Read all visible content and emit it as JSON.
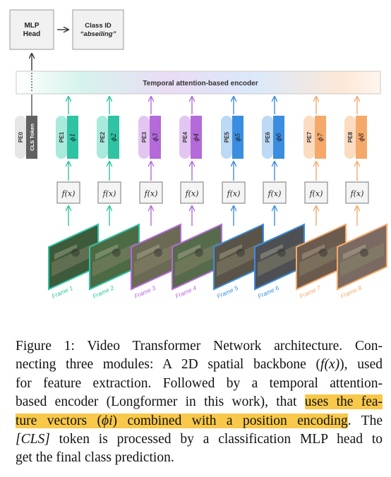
{
  "diagram": {
    "mlp_head": [
      "MLP",
      "Head"
    ],
    "class_id": {
      "title": "Class ID",
      "value": "“abseiling”"
    },
    "encoder_label": "Temporal attention-based encoder",
    "pe0": "PE0",
    "cls_token": "CLS Token",
    "function_label": "f(x)",
    "tokens": [
      {
        "pe": "PE1",
        "phi": "ϕ1",
        "frame": "Frame 1",
        "color": "#2fc3a3",
        "light": "#a9eadc"
      },
      {
        "pe": "PE2",
        "phi": "ϕ2",
        "frame": "Frame 2",
        "color": "#2fc3a3",
        "light": "#a9eadc"
      },
      {
        "pe": "PE3",
        "phi": "ϕ3",
        "frame": "Frame 3",
        "color": "#b46ad9",
        "light": "#e2c6f1"
      },
      {
        "pe": "PE4",
        "phi": "ϕ4",
        "frame": "Frame 4",
        "color": "#b46ad9",
        "light": "#e2c6f1"
      },
      {
        "pe": "PE5",
        "phi": "ϕ5",
        "frame": "Frame 5",
        "color": "#3b8de0",
        "light": "#bcd9f5"
      },
      {
        "pe": "PE6",
        "phi": "ϕ6",
        "frame": "Frame 6",
        "color": "#3b8de0",
        "light": "#bcd9f5"
      },
      {
        "pe": "PE7",
        "phi": "ϕ7",
        "frame": "Frame 7",
        "color": "#f4a96a",
        "light": "#fbdcc0"
      },
      {
        "pe": "PE8",
        "phi": "ϕ8",
        "frame": "Frame 8",
        "color": "#f4a96a",
        "light": "#fbdcc0"
      }
    ]
  },
  "caption": {
    "line1": "Figure 1: Video Transformer Network architecture. Con-",
    "line2_pre": "necting three modules: A 2D spatial backbone (",
    "line2_math": "f(x)",
    "line2_post": "), used",
    "line3": "for feature extraction. Followed by a temporal attention-",
    "line4_pre": "based encoder (Longformer in this work), that ",
    "line4_hl": "uses the fea-",
    "line5_hl_pre": "ture vectors (",
    "line5_hl_math": "ϕi",
    "line5_hl_post": ") combined with a position encoding",
    "line5_post": ". The",
    "line6_math": "[CLS]",
    "line6_post": " token is processed by a classification MLP head to",
    "line7": "get the final class prediction."
  }
}
